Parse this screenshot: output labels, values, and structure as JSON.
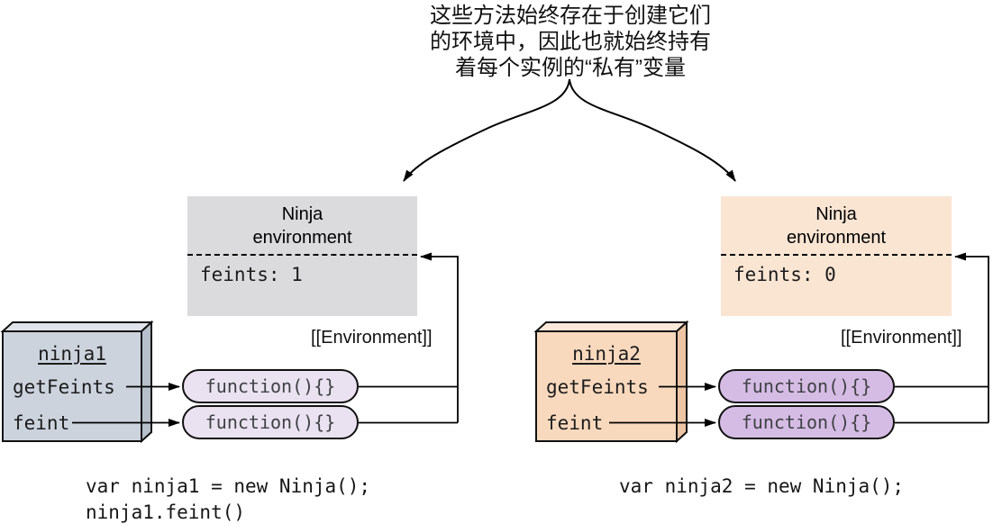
{
  "annotation": {
    "line1": "这些方法始终存在于创建它们",
    "line2": "的环境中，因此也就始终持有",
    "line3": "着每个实例的“私有”变量"
  },
  "left": {
    "environment_box": {
      "title_line1": "Ninja",
      "title_line2": "environment",
      "variable": "feints: 1"
    },
    "object_box": {
      "title": "ninja1",
      "prop1": "getFeints",
      "prop2": "feint"
    },
    "function_pill1": "function(){}",
    "function_pill2": "function(){}",
    "environment_ref_label": "[[Environment]]",
    "code_line1": "var ninja1 = new Ninja();",
    "code_line2": "ninja1.feint()"
  },
  "right": {
    "environment_box": {
      "title_line1": "Ninja",
      "title_line2": "environment",
      "variable": "feints: 0"
    },
    "object_box": {
      "title": "ninja2",
      "prop1": "getFeints",
      "prop2": "feint"
    },
    "function_pill1": "function(){}",
    "function_pill2": "function(){}",
    "environment_ref_label": "[[Environment]]",
    "code_line1": "var ninja2 = new Ninja();"
  },
  "colors": {
    "left_environment_bg": "#dbdbde",
    "left_object_front": "#ccd3dd",
    "left_object_top": "#e0e4ea",
    "left_object_side": "#b6bfcb",
    "left_pill_bg": "#eae2f0",
    "right_environment_bg": "#fae5d3",
    "right_object_front": "#f9d9bd",
    "right_object_top": "#fce8d8",
    "right_object_side": "#edc5a4",
    "right_pill_bg": "#d5bce4",
    "line_color": "#000000",
    "function_text_color": "#3f4145"
  }
}
